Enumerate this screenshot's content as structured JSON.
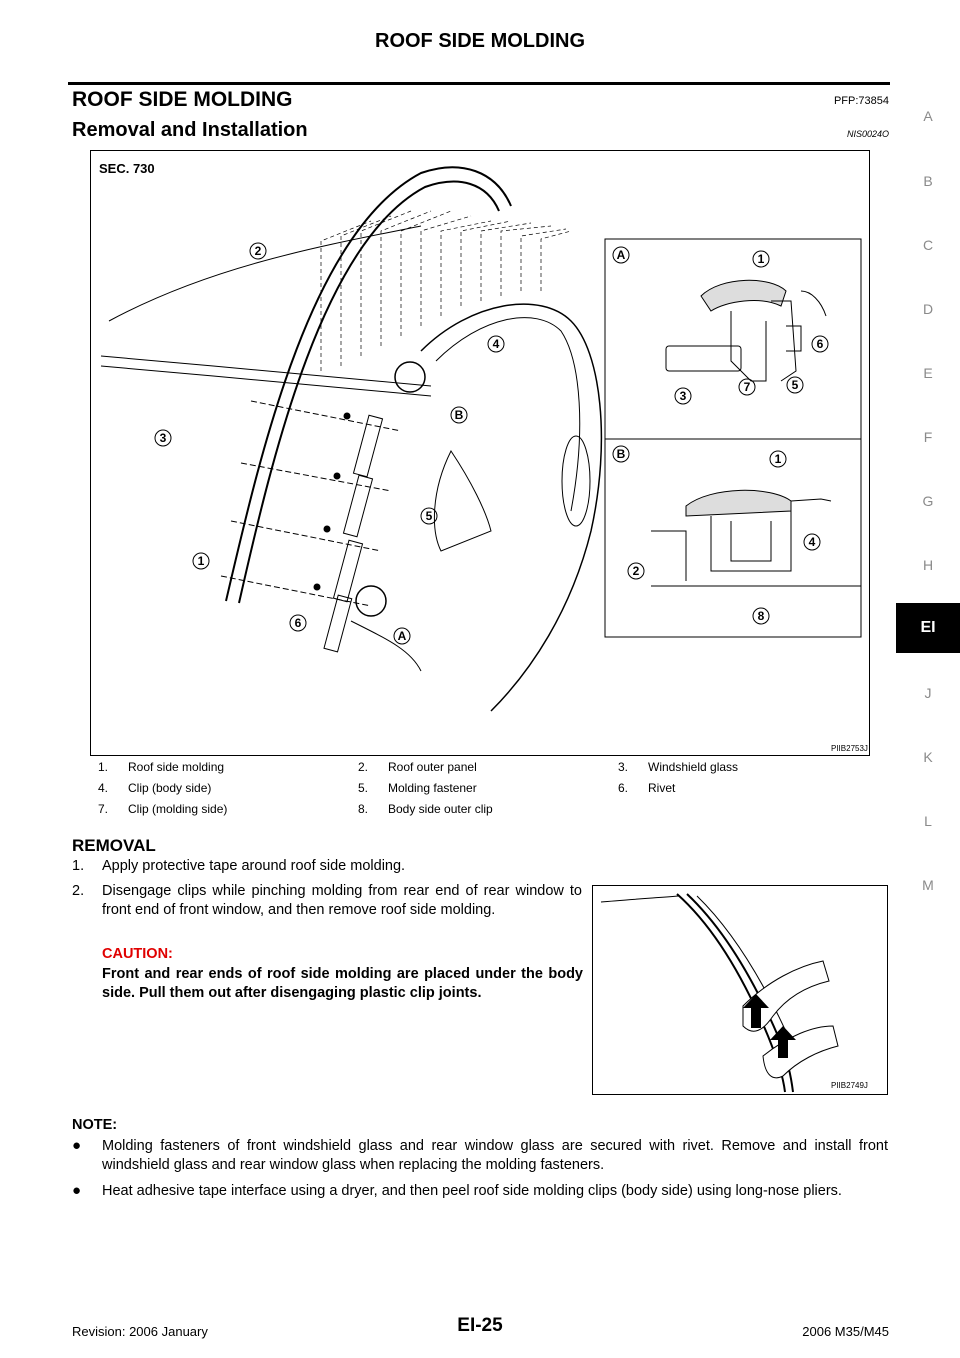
{
  "header": {
    "title": "ROOF SIDE MOLDING"
  },
  "section": {
    "title": "ROOF SIDE MOLDING",
    "code": "PFP:73854"
  },
  "subsection": {
    "title": "Removal and Installation",
    "code": "NIS0024O"
  },
  "figure_main": {
    "sec_label": "SEC. 730",
    "figure_id": "PIIB2753J",
    "callouts": [
      "1",
      "2",
      "3",
      "4",
      "5",
      "6"
    ],
    "detail_labels": [
      "A",
      "B"
    ],
    "detail_a_callouts": [
      "1",
      "3",
      "5",
      "6",
      "7"
    ],
    "detail_b_callouts": [
      "1",
      "2",
      "4",
      "8"
    ]
  },
  "legend": {
    "rows": [
      [
        "1.",
        "Roof side molding",
        "2.",
        "Roof outer panel",
        "3.",
        "Windshield glass"
      ],
      [
        "4.",
        "Clip (body side)",
        "5.",
        "Molding fastener",
        "6.",
        "Rivet"
      ],
      [
        "7.",
        "Clip (molding side)",
        "8.",
        "Body side outer clip",
        "",
        ""
      ]
    ]
  },
  "removal": {
    "heading": "REMOVAL",
    "step1_num": "1.",
    "step1": "Apply protective tape around roof side molding.",
    "step2_num": "2.",
    "step2": "Disengage clips while pinching molding from rear end of rear window to front end of front window, and then remove roof side molding.",
    "caution_label": "CAUTION:",
    "caution_text": "Front and rear ends of roof side molding are placed under the body side. Pull them out after disengaging plastic clip joints."
  },
  "figure_hands": {
    "figure_id": "PIIB2749J"
  },
  "note": {
    "label": "NOTE:",
    "items": [
      "Molding fasteners of front windshield glass and rear window glass are secured with rivet. Remove and install front windshield glass and rear window glass when replacing the molding fasteners.",
      "Heat adhesive tape interface using a dryer, and then peel roof side molding clips (body side) using long-nose pliers."
    ]
  },
  "footer": {
    "left": "Revision: 2006 January",
    "page": "EI-25",
    "right": "2006 M35/M45"
  },
  "side_index": {
    "items": [
      "A",
      "B",
      "C",
      "D",
      "E",
      "F",
      "G",
      "H",
      "EI",
      "J",
      "K",
      "L",
      "M"
    ],
    "active": "EI"
  },
  "colors": {
    "caution": "#e00000",
    "side_index_text": "#8a8a8a",
    "side_index_active_bg": "#000000"
  }
}
